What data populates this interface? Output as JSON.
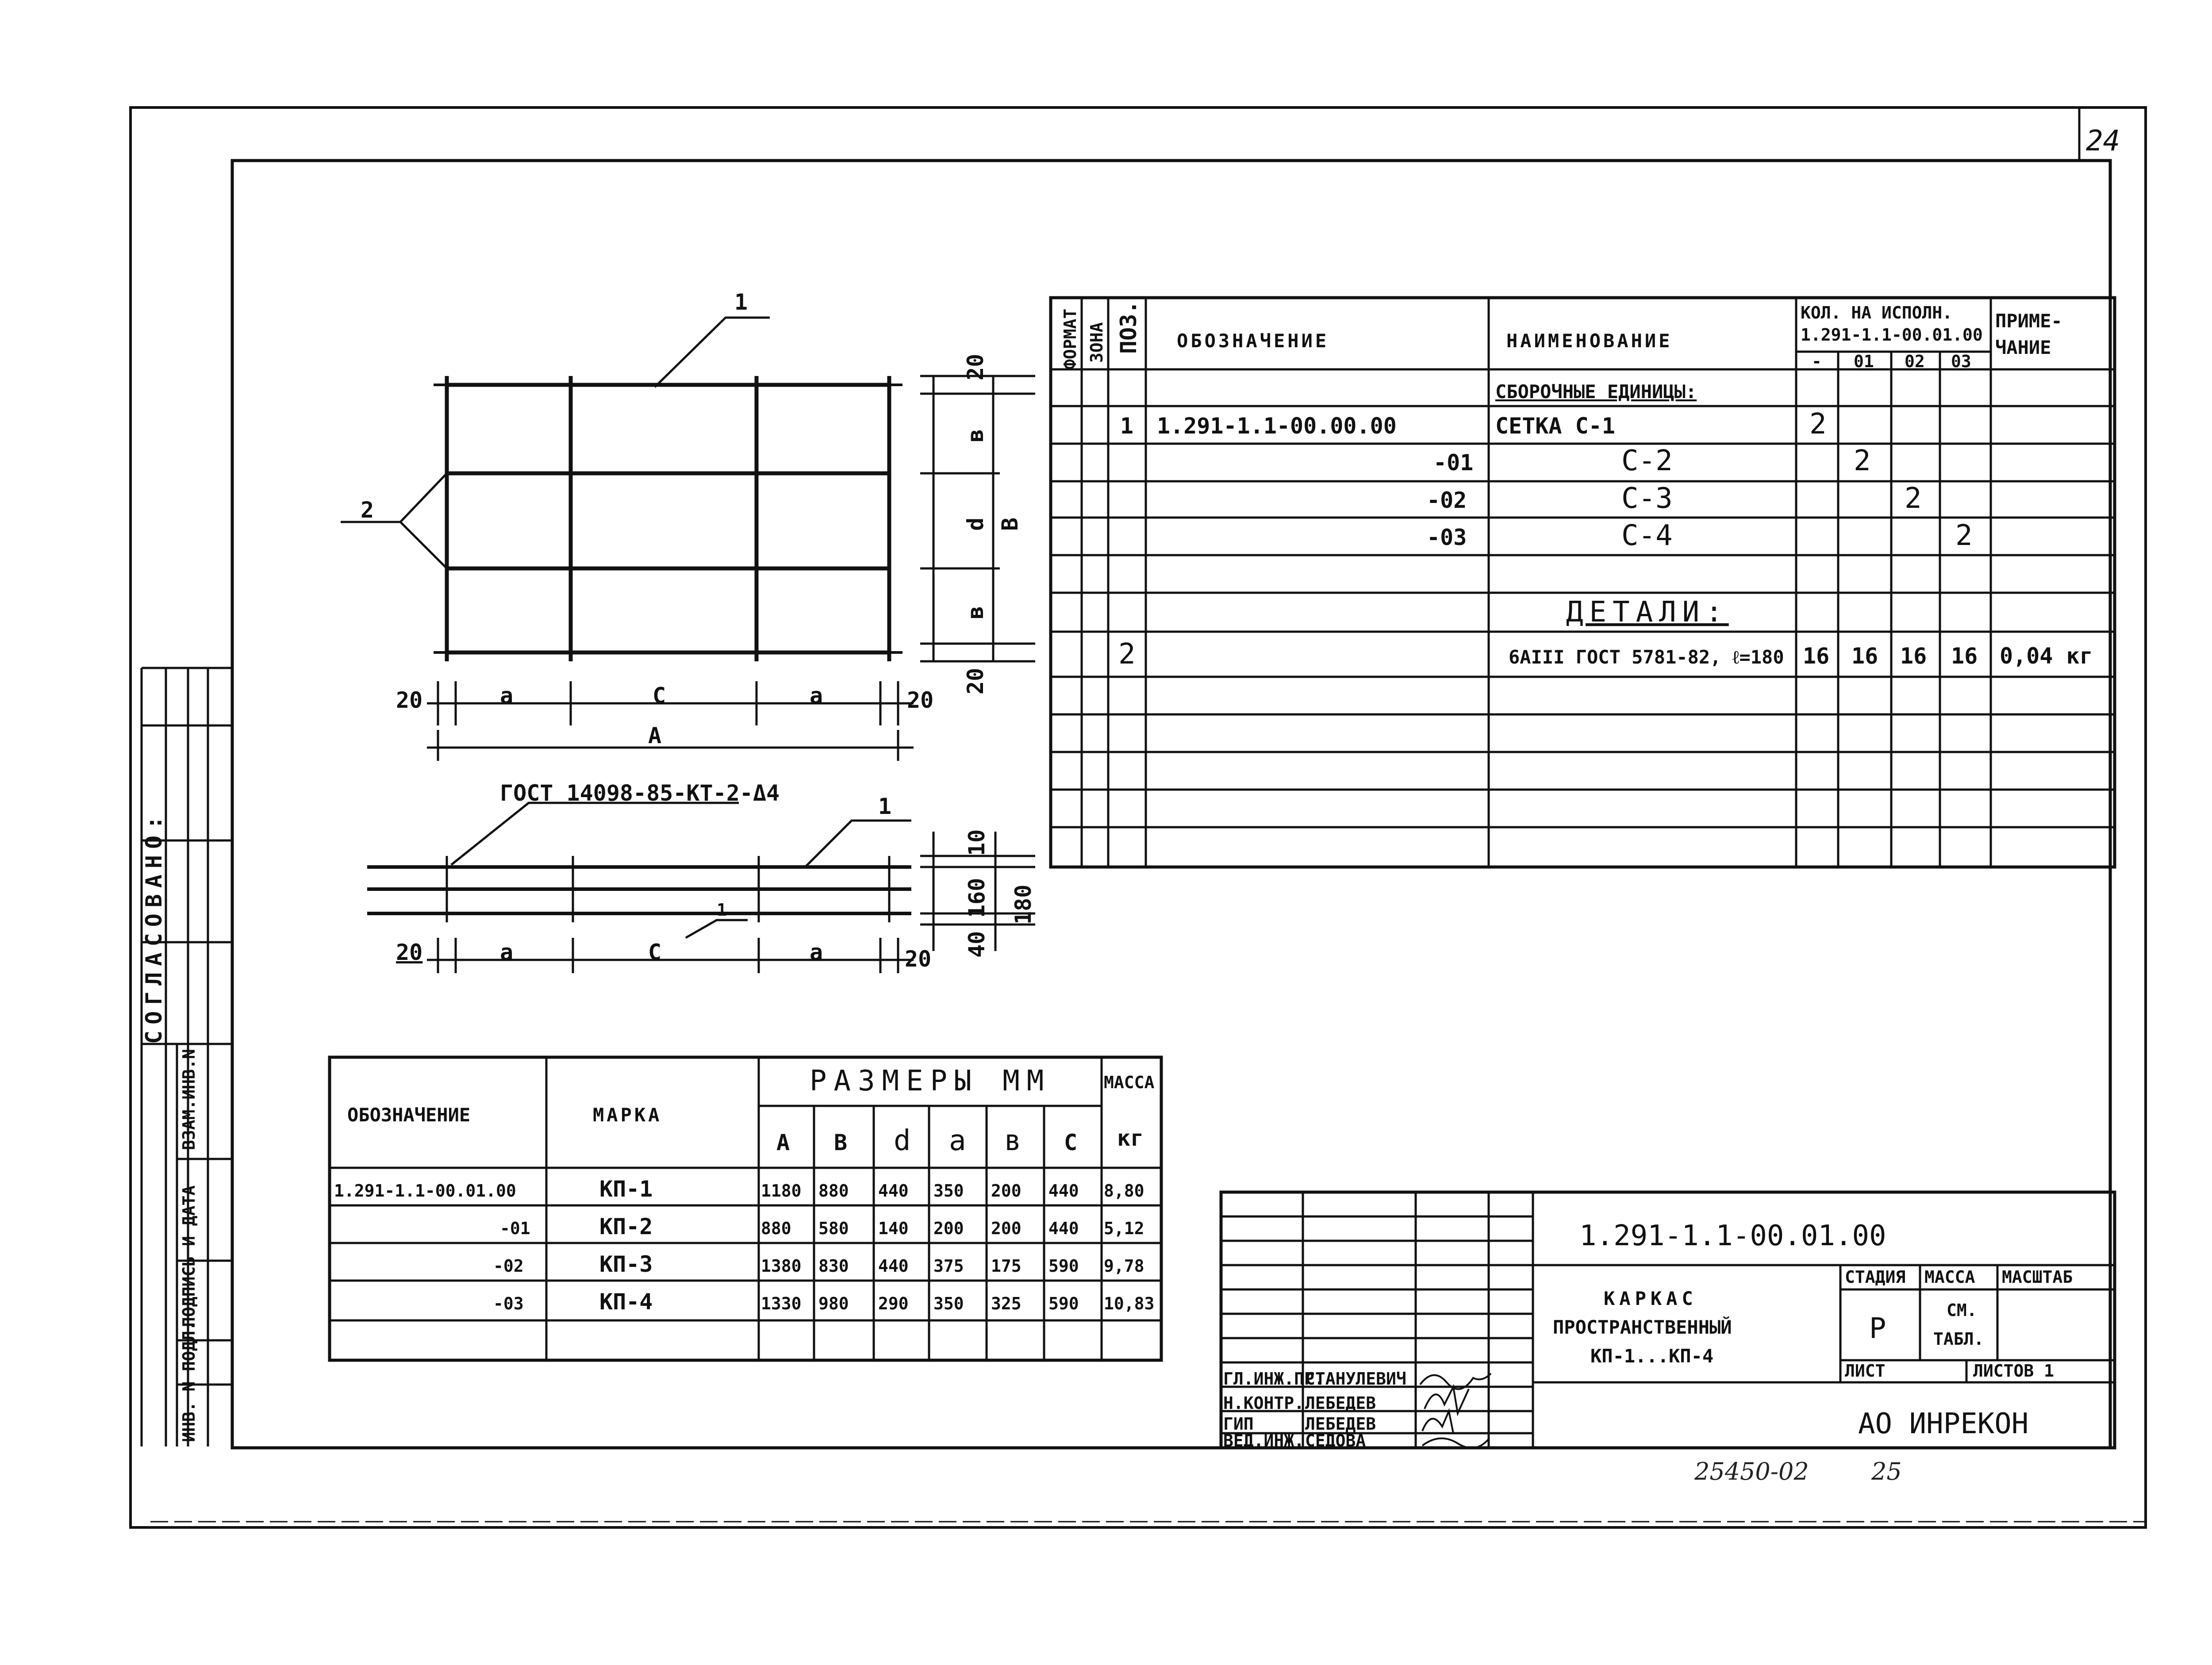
{
  "sheet": {
    "number": "24"
  },
  "strip": {
    "approved": "СОГЛАСОВАНО:",
    "labels": [
      "ВЗАМ.ИНВ.N",
      "ПОДПИСЬ И ДАТА",
      "ИНВ. N ПОДЛ."
    ]
  },
  "plan_view": {
    "leader_1": "1",
    "leader_2": "2",
    "dims": [
      "20",
      "а",
      "С",
      "а",
      "20",
      "А"
    ],
    "right_dims": [
      "20",
      "в",
      "d",
      "в",
      "20",
      "В"
    ]
  },
  "section_view": {
    "callout": "ГОСТ 14098-85-КТ-2-Δ4",
    "leader_1": "1",
    "leader_1b": "1",
    "dims": [
      "20",
      "а",
      "С",
      "а",
      "20"
    ],
    "right_dims": [
      "10",
      "160",
      "40",
      "180"
    ]
  },
  "spec": {
    "headers": {
      "format": "ФОРМАТ",
      "zone": "ЗОНА",
      "pos": "ПОЗ.",
      "designation": "ОБОЗНАЧЕНИЕ",
      "name": "НАИМЕНОВАНИЕ",
      "qty_line1": "КОЛ. НА ИСПОЛН.",
      "qty_line2": "1.291-1.1-00.01.00",
      "variants": [
        "-",
        "01",
        "02",
        "03"
      ],
      "note_line1": "ПРИМЕ-",
      "note_line2": "ЧАНИЕ"
    },
    "section_assemblies": "СБОРОЧНЫЕ ЕДИНИЦЫ:",
    "section_parts": "ДЕТАЛИ:",
    "rows": [
      {
        "pos": "1",
        "designation": "1.291-1.1-00.00.00",
        "name": "СЕТКА    С-1",
        "qty": "2"
      },
      {
        "designation": "-01",
        "name": "С-2",
        "qty": "2"
      },
      {
        "designation": "-02",
        "name": "С-3",
        "qty": "2"
      },
      {
        "designation": "-03",
        "name": "С-4",
        "qty": "2"
      },
      {
        "pos": "2",
        "name": "6АIII ГОСТ 5781-82, ℓ=180",
        "qty_variants": [
          "16",
          "16",
          "16",
          "16"
        ],
        "note": "0,04 кг"
      }
    ]
  },
  "sizes": {
    "headers": {
      "designation": "ОБОЗНАЧЕНИЕ",
      "mark": "МАРКА",
      "dims": "РАЗМЕРЫ ММ",
      "mass": "МАССА",
      "cols": [
        "А",
        "В",
        "d",
        "а",
        "в",
        "С"
      ],
      "unit": "кг"
    },
    "rows": [
      {
        "designation": "1.291-1.1-00.01.00",
        "mark": "КП-1",
        "v": [
          "1180",
          "880",
          "440",
          "350",
          "200",
          "440"
        ],
        "mass": "8,80"
      },
      {
        "designation": "-01",
        "mark": "КП-2",
        "v": [
          "880",
          "580",
          "140",
          "200",
          "200",
          "440"
        ],
        "mass": "5,12"
      },
      {
        "designation": "-02",
        "mark": "КП-3",
        "v": [
          "1380",
          "830",
          "440",
          "375",
          "175",
          "590"
        ],
        "mass": "9,78"
      },
      {
        "designation": "-03",
        "mark": "КП-4",
        "v": [
          "1330",
          "980",
          "290",
          "350",
          "325",
          "590"
        ],
        "mass": "10,83"
      }
    ]
  },
  "title_block": {
    "doc_number": "1.291-1.1-00.01.00",
    "name_lines": [
      "КАРКАС",
      "ПРОСТРАНСТВЕННЫЙ",
      "КП-1...КП-4"
    ],
    "stage_label": "СТАДИЯ",
    "mass_label": "МАССА",
    "scale_label": "МАСШТАБ",
    "stage_value": "Р",
    "mass_value_lines": [
      "СМ.",
      "ТАБЛ."
    ],
    "sheet_label": "ЛИСТ",
    "sheets_label": "ЛИСТОВ 1",
    "company": "АО ИНРЕКОН"
  },
  "signatures": [
    {
      "role": "ГЛ.ИНЖ.ПР.",
      "name": "СТАНУЛЕВИЧ"
    },
    {
      "role": "Н.КОНТР.",
      "name": "ЛЕБЕДЕВ"
    },
    {
      "role": "ГИП",
      "name": "ЛЕБЕДЕВ"
    },
    {
      "role": "ВЕД.ИНЖ.",
      "name": "СЕДОВА"
    }
  ],
  "footer": {
    "archive_number": "25450-02",
    "page": "25"
  }
}
